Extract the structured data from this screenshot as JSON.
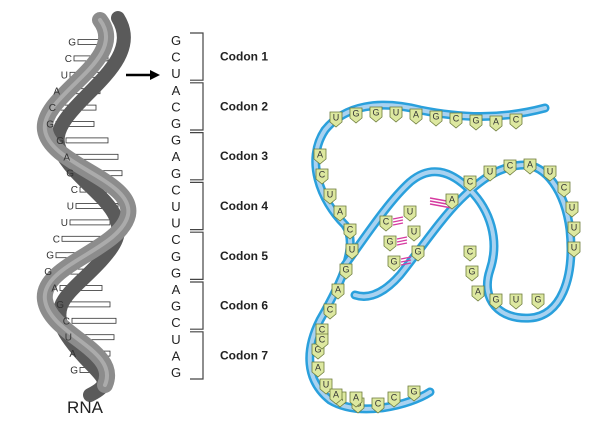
{
  "helix": {
    "caption": "RNA",
    "bases": [
      "G",
      "C",
      "U",
      "A",
      "C",
      "G",
      "G",
      "A",
      "G",
      "C",
      "U",
      "U",
      "C",
      "G",
      "G",
      "A",
      "G",
      "C",
      "U",
      "A",
      "G"
    ],
    "colors": {
      "backbone": "#7a7a7a",
      "backbone_edge": "#555555",
      "rung": "#ffffff"
    }
  },
  "sequence": {
    "bases": [
      "G",
      "C",
      "U",
      "A",
      "C",
      "G",
      "G",
      "A",
      "G",
      "C",
      "U",
      "U",
      "C",
      "G",
      "G",
      "A",
      "G",
      "C",
      "U",
      "A",
      "G"
    ],
    "codons": [
      "Codon 1",
      "Codon 2",
      "Codon 3",
      "Codon 4",
      "Codon 5",
      "Codon 6",
      "Codon 7"
    ]
  },
  "trna": {
    "acceptor_top": [
      "U",
      "G",
      "G",
      "U",
      "A",
      "G",
      "C",
      "G",
      "A",
      "C"
    ],
    "stem_left": [
      "A",
      "C",
      "U",
      "A",
      "C",
      "U",
      "G",
      "A",
      "C",
      "C"
    ],
    "dhu_loop": [
      "G",
      "A",
      "U",
      "A",
      "G",
      "C"
    ],
    "inner_left": [
      "C",
      "G",
      "G"
    ],
    "inner_right": [
      "U",
      "U",
      "G"
    ],
    "t_loop": [
      "A",
      "C",
      "U",
      "C",
      "A",
      "U",
      "C",
      "U",
      "U",
      "U"
    ],
    "right_loop": [
      "C",
      "G",
      "A",
      "G",
      "U",
      "G"
    ],
    "bottom_tail": [
      "C",
      "A",
      "A",
      "C",
      "G"
    ],
    "colors": {
      "backbone": "#2aa0dc",
      "backbone_light": "#a9d2f0",
      "base_fill": "#dde8a0",
      "base_edge": "#6b7a3a",
      "hbond": "#d63aa0"
    }
  }
}
